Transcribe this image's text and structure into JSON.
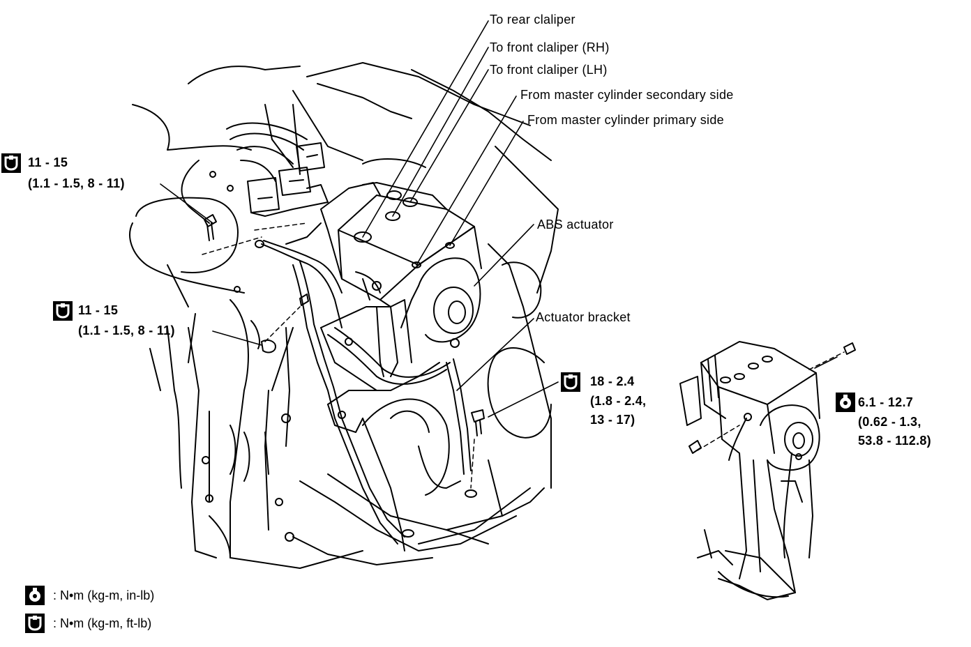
{
  "callouts": {
    "rear_caliper": "To rear claliper",
    "front_caliper_rh": "To front claliper (RH)",
    "front_caliper_lh": "To front claliper (LH)",
    "mc_secondary": "From master cylinder secondary side",
    "mc_primary": "From master cylinder primary side",
    "abs_actuator": "ABS actuator",
    "actuator_bracket": "Actuator bracket"
  },
  "torques": {
    "t1": {
      "value": "11 - 15",
      "detail": "(1.1 - 1.5, 8 - 11)"
    },
    "t2": {
      "value": "11 - 15",
      "detail": "(1.1 - 1.5, 8 - 11)"
    },
    "t3": {
      "value": "18 - 2.4",
      "detail1": "(1.8 - 2.4,",
      "detail2": "13 - 17)"
    },
    "t4": {
      "value": "6.1 - 12.7",
      "detail1": "(0.62 - 1.3,",
      "detail2": "53.8 - 112.8)"
    }
  },
  "legend": {
    "in_lb": ": N•m (kg-m, in-lb)",
    "ft_lb": ": N•m (kg-m, ft-lb)"
  },
  "icons": {
    "ft_lb_icon": "torque-wrench-ft-lb-icon",
    "in_lb_icon": "torque-wrench-in-lb-icon"
  }
}
